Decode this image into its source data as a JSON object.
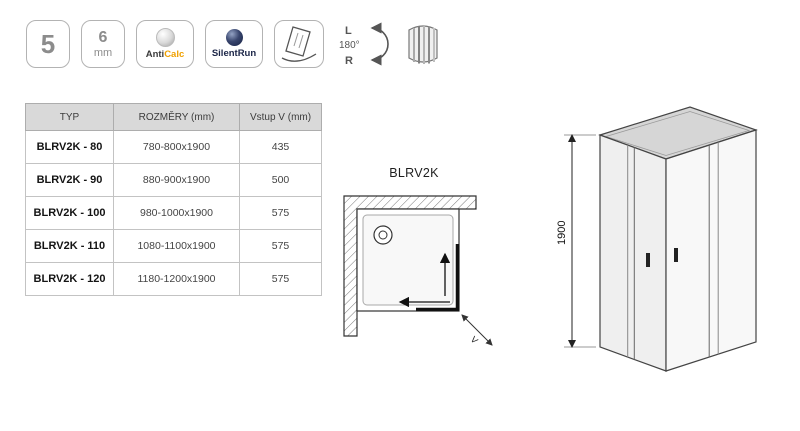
{
  "badges": {
    "safety": "5",
    "thickness_value": "6",
    "thickness_unit": "mm",
    "anticalc_prefix": "Anti",
    "anticalc_suffix": "Calc",
    "silentrun": "SilentRun",
    "rotation_left": "L",
    "rotation_angle": "180°",
    "rotation_right": "R"
  },
  "table": {
    "headers": [
      "TYP",
      "ROZMĚRY (mm)",
      "Vstup V (mm)"
    ],
    "rows": [
      {
        "typ": "BLRV2K - 80",
        "rozmery": "780-800x1900",
        "vstup": "435"
      },
      {
        "typ": "BLRV2K - 90",
        "rozmery": "880-900x1900",
        "vstup": "500"
      },
      {
        "typ": "BLRV2K - 100",
        "rozmery": "980-1000x1900",
        "vstup": "575"
      },
      {
        "typ": "BLRV2K - 110",
        "rozmery": "1080-1100x1900",
        "vstup": "575"
      },
      {
        "typ": "BLRV2K - 120",
        "rozmery": "1180-1200x1900",
        "vstup": "575"
      }
    ]
  },
  "plan": {
    "title": "BLRV2K",
    "entry_dim_label": "V"
  },
  "iso": {
    "height_dim_label": "1900"
  },
  "colors": {
    "anticalc_accent": "#f0a000",
    "silentrun_dark": "#1b2547",
    "table_header_bg": "#d9d9d9",
    "badge_border": "#b3b3b3",
    "drawing_line": "#333333"
  }
}
